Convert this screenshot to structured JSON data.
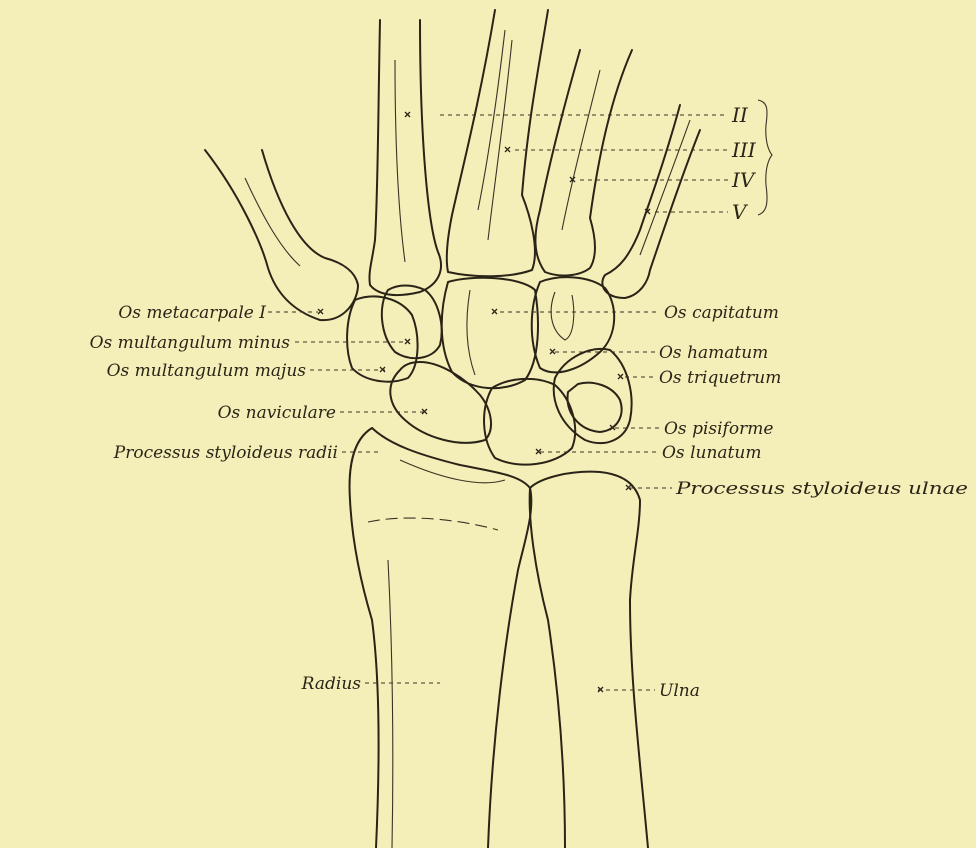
{
  "labels": {
    "metacarpale_1": "Os metacarpale I",
    "multangulum_minus": "Os multangulum minus",
    "multangulum_majus": "Os multangulum majus",
    "naviculare": "Os naviculare",
    "styloideus_radii": "Processus styloideus radii",
    "capitatum": "Os capitatum",
    "hamatum": "Os hamatum",
    "triquetrum": "Os triquetrum",
    "pisiforme": "Os pisiforme",
    "lunatum": "Os lunatum",
    "styloideus_ulnae": "Processus styloideus ulnae",
    "radius": "Radius",
    "ulna": "Ulna"
  },
  "metacarpals": {
    "II": "II",
    "III": "III",
    "IV": "IV",
    "V": "V"
  }
}
